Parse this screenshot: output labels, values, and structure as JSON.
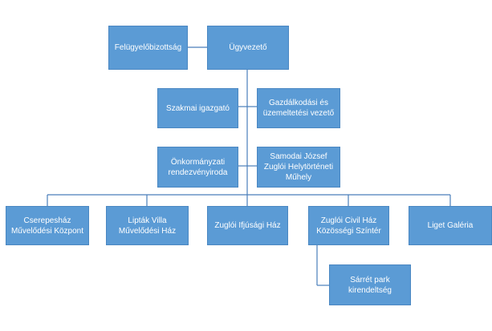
{
  "org_chart": {
    "supervisory_board": "Felügyelőbizottság",
    "ceo": "Ügyvezető",
    "professional_director": "Szakmai igazgató",
    "finance_operations": "Gazdálkodási és üzemeltetési vezető",
    "municipal_events_office": "Önkormányzati rendezvényiroda",
    "local_history_workshop": "Samodai József Zuglói Helytörténeti Műhely",
    "cserepeshaz": "Cserepesház Művelődési Központ",
    "liptak_villa": "Lipták Villa Művelődési Ház",
    "youth_house": "Zuglói Ifjúsági Ház",
    "civil_house": "Zuglói Civil Ház Közösségi Színtér",
    "liget_gallery": "Liget Galéria",
    "sarret_park": "Sárrét park kirendeltség"
  },
  "colors": {
    "box_fill": "#5b9bd5",
    "box_border": "#4a87c2",
    "connector": "#4a7ebb",
    "text": "#ffffff"
  }
}
